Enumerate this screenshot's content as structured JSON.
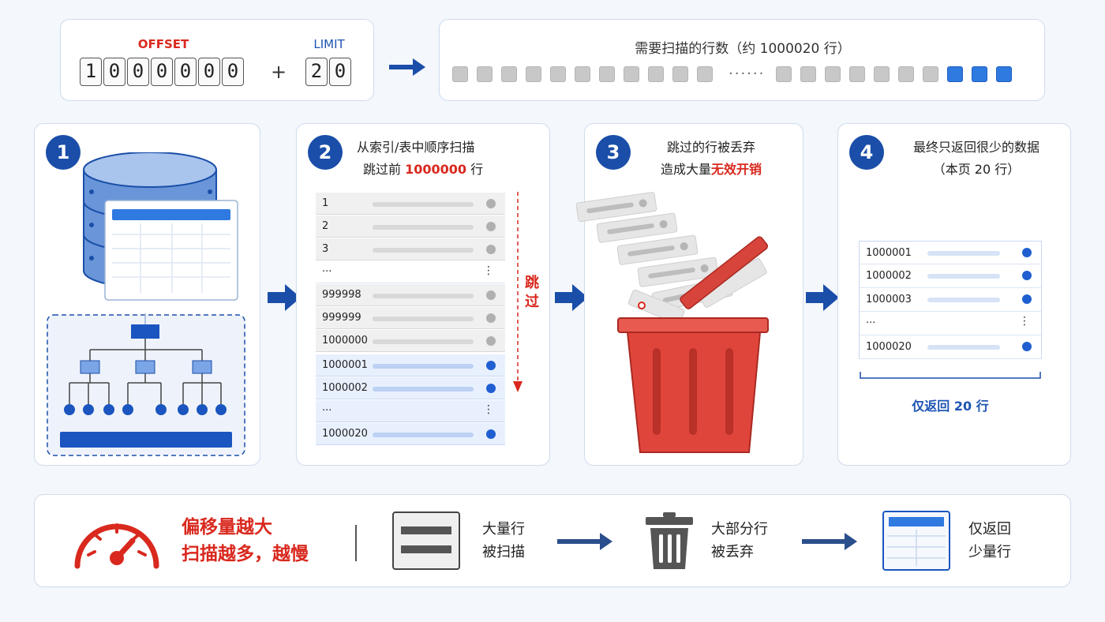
{
  "header": {
    "offset_label": "OFFSET",
    "limit_label": "LIMIT",
    "offset_digits": [
      "1",
      "0",
      "0",
      "0",
      "0",
      "0",
      "0"
    ],
    "limit_digits": [
      "2",
      "0"
    ],
    "plus": "+",
    "scan_title": "需要扫描的行数（约 1000020 行）",
    "ellipsis": "······"
  },
  "steps": [
    {
      "num": "1"
    },
    {
      "num": "2",
      "line1": "从索引/表中顺序扫描",
      "line2_prefix": "跳过前 ",
      "line2_highlight": "1000000",
      "line2_suffix": " 行"
    },
    {
      "num": "3",
      "line1": "跳过的行被丢弃",
      "line2_prefix": "造成大量",
      "line2_highlight": "无效开销"
    },
    {
      "num": "4",
      "line1": "最终只返回很少的数据",
      "line2": "（本页 20 行）"
    }
  ],
  "scan_list": {
    "skipped": [
      "1",
      "2",
      "3",
      "···",
      "999998",
      "999999",
      "1000000"
    ],
    "kept": [
      "1000001",
      "1000002",
      "···",
      "1000020"
    ],
    "skip_label": "跳过"
  },
  "result_list": {
    "rows": [
      "1000001",
      "1000002",
      "1000003",
      "···",
      "1000020"
    ],
    "return_label": "仅返回 20 行"
  },
  "bottom": {
    "warn_line1": "偏移量越大",
    "warn_line2": "扫描越多，越慢",
    "stage1_line1": "大量行",
    "stage1_line2": "被扫描",
    "stage2_line1": "大部分行",
    "stage2_line2": "被丢弃",
    "stage3_line1": "仅返回",
    "stage3_line2": "少量行"
  },
  "colors": {
    "accent_blue": "#1a4ea8",
    "alert_red": "#d9281e",
    "bin_red": "#e0453c"
  }
}
